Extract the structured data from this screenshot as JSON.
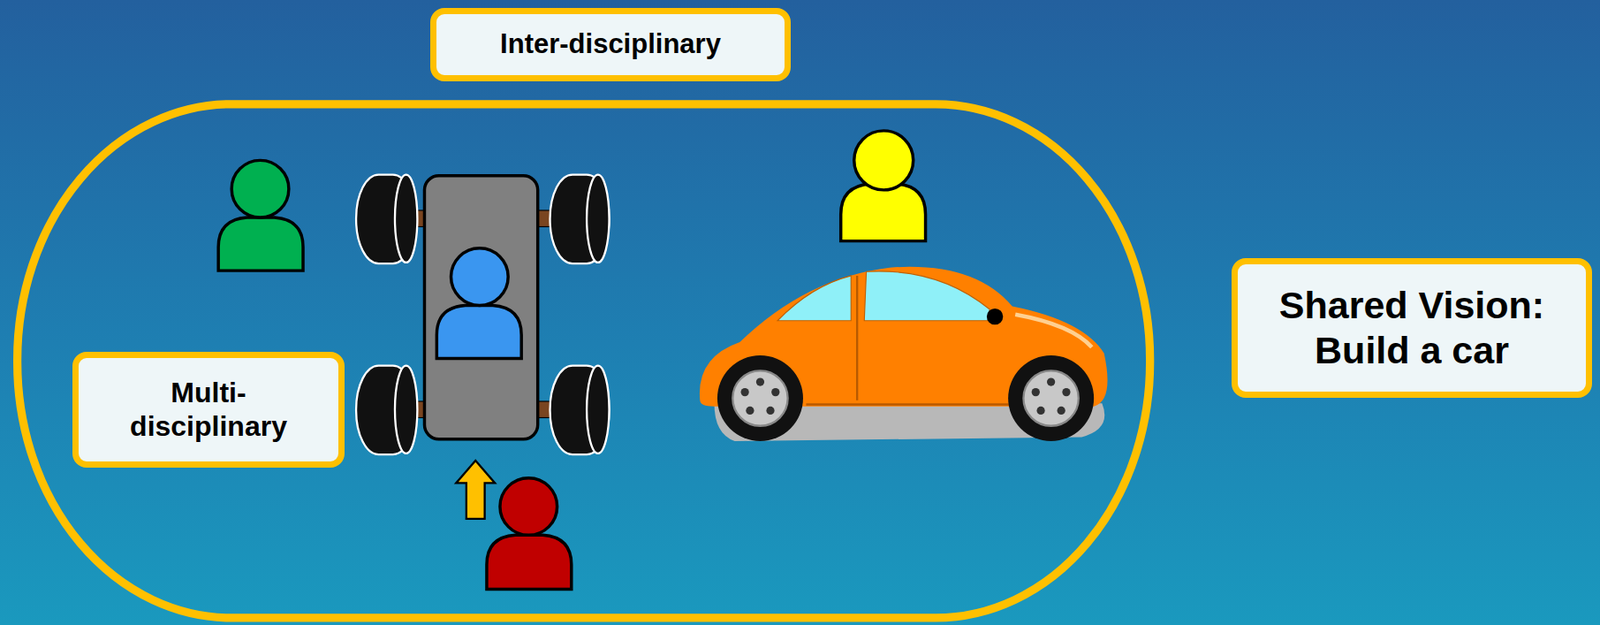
{
  "diagram": {
    "nodes": [
      {
        "text": [
          "Inter-disciplinary"
        ]
      },
      {
        "text": [
          "Multi- disciplinary"
        ]
      },
      {
        "text": [
          "Shared Vision: Build a car"
        ]
      }
    ]
  }
}
